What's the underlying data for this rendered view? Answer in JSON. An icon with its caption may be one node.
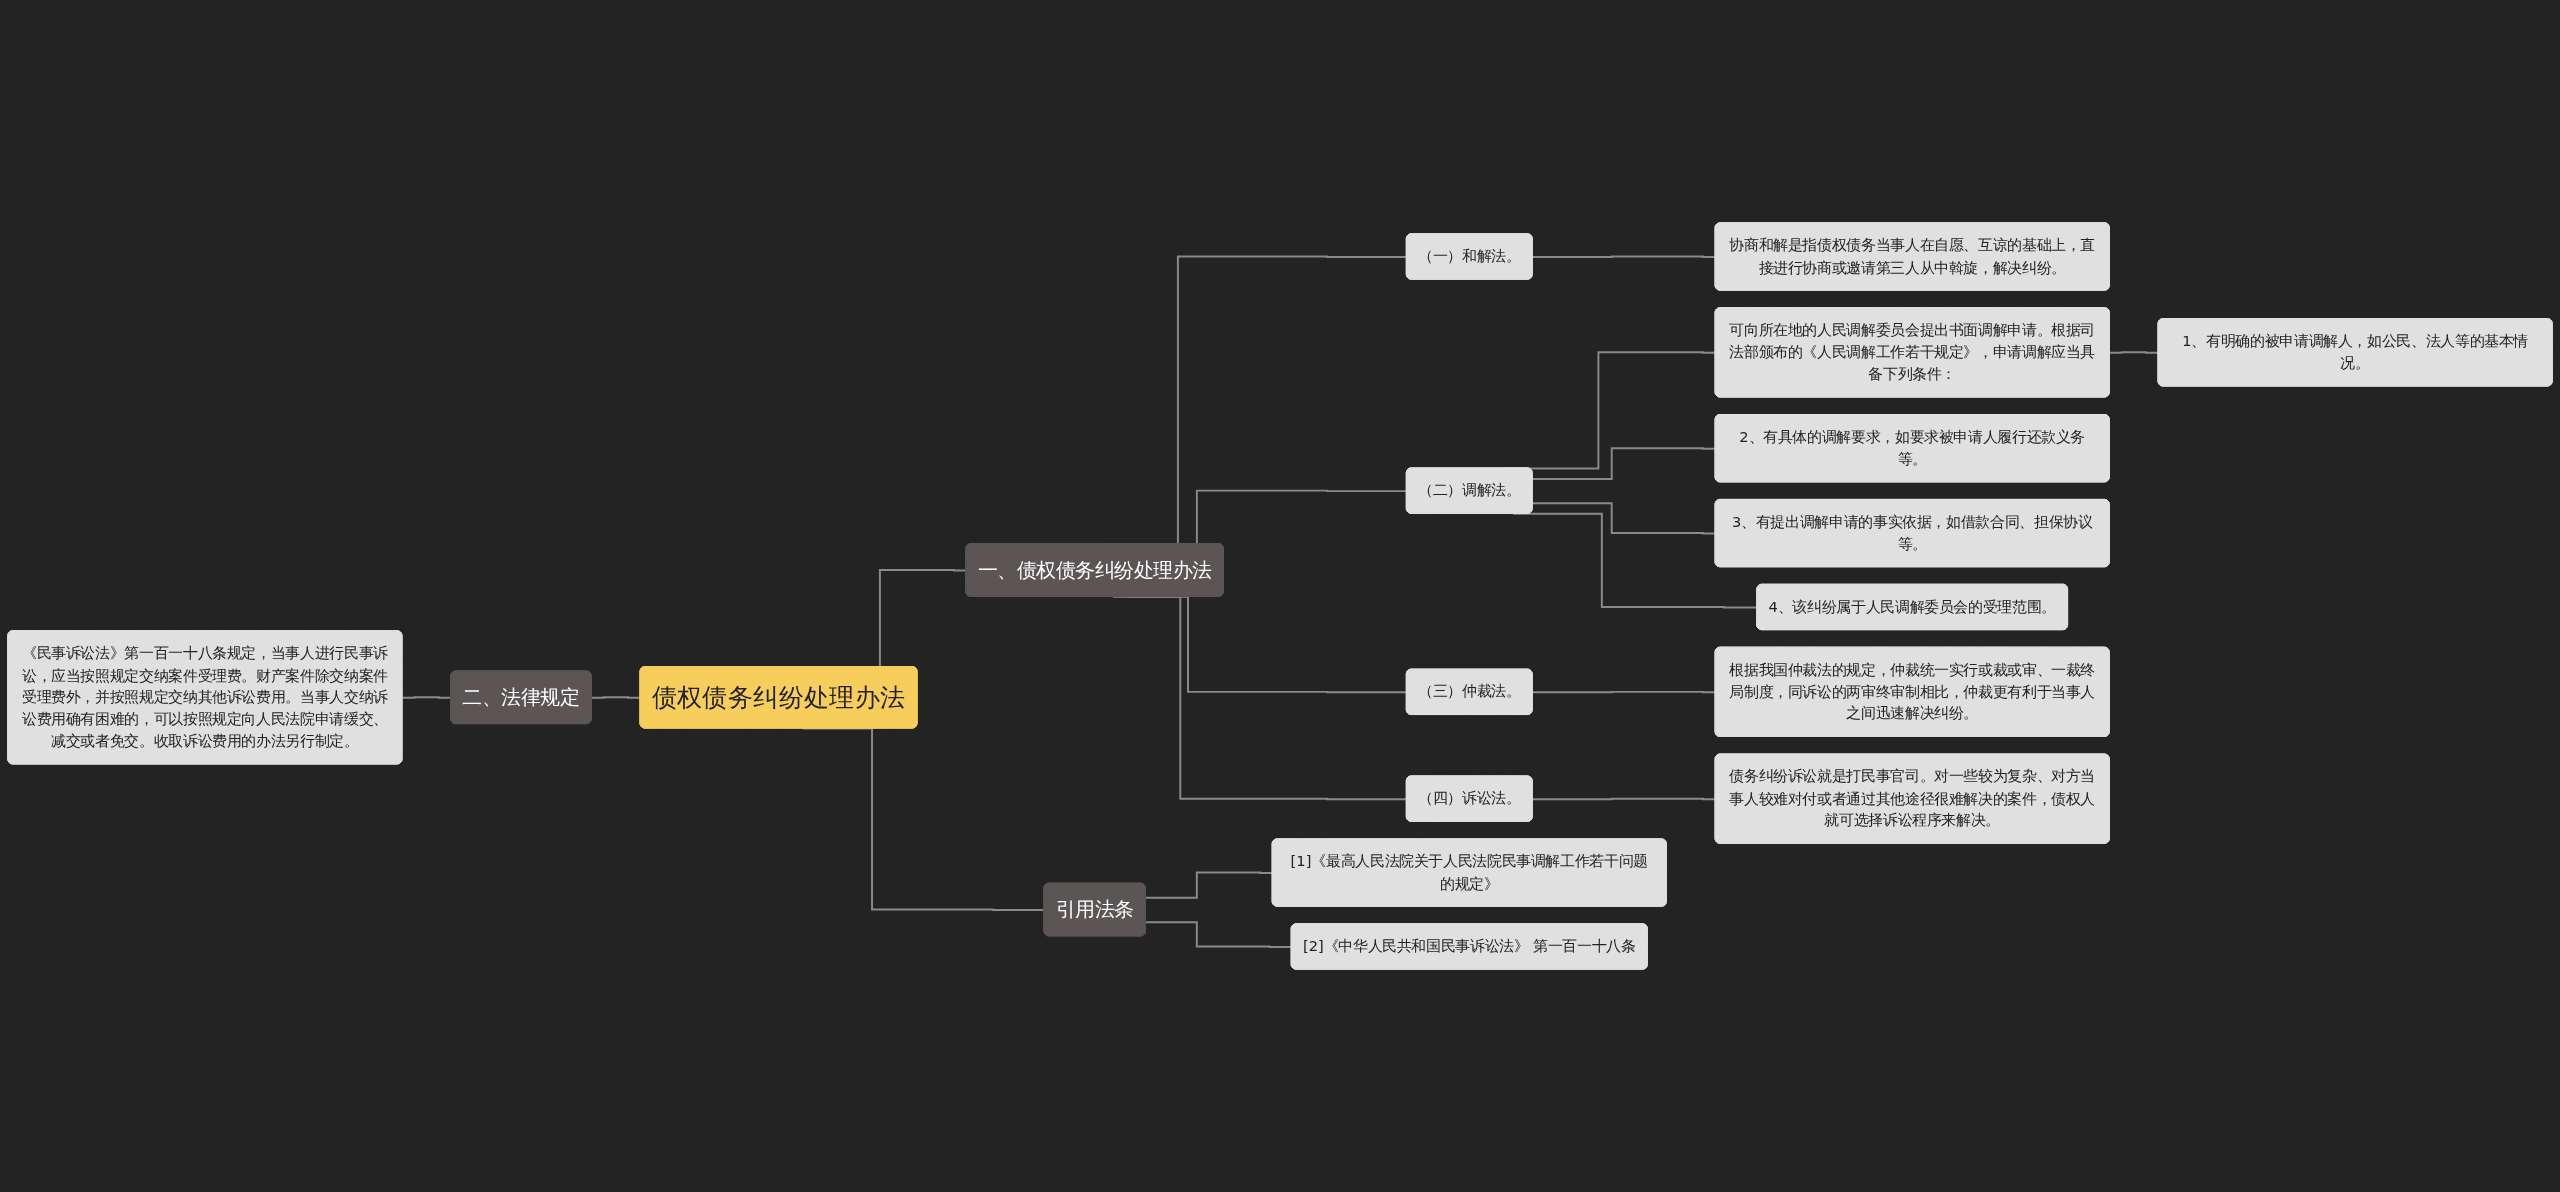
{
  "diagram": {
    "nodes": [
      {
        "text": [
          "债权债务纠纷处理办法"
        ]
      },
      {
        "text": [
          "一、债权债务纠纷处理办法"
        ]
      },
      {
        "text": [
          "（一）和解法。"
        ]
      },
      {
        "text": [
          "协商和解是指债权债务当事人在自愿、互谅的基础上，直接进行协商或邀请第三人从中斡旋，解决纠纷。"
        ]
      },
      {
        "text": [
          "（二）调解法。"
        ]
      },
      {
        "text": [
          "可向所在地的人民调解委员会提出书面调解申请。根据司法部颁布的《人民调解工作若干规定》，申请调解应当具备下列条件："
        ]
      },
      {
        "text": [
          "1、有明确的被申请调解人，如公民、法人等的基本情况。"
        ]
      },
      {
        "text": [
          "2、有具体的调解要求，如要求被申请人履行还款义务等。"
        ]
      },
      {
        "text": [
          "3、有提出调解申请的事实依据，如借款合同、担保协议等。"
        ]
      },
      {
        "text": [
          "4、该纠纷属于人民调解委员会的受理范围。"
        ]
      },
      {
        "text": [
          "（三）仲裁法。"
        ]
      },
      {
        "text": [
          "根据我国仲裁法的规定，仲裁统一实行或裁或审、一裁终局制度，同诉讼的两审终审制相比，仲裁更有利于当事人之间迅速解决纠纷。"
        ]
      },
      {
        "text": [
          "（四）诉讼法。"
        ]
      },
      {
        "text": [
          "债务纠纷诉讼就是打民事官司。对一些较为复杂、对方当事人较难对付或者通过其他途径很难解决的案件，债权人就可选择诉讼程序来解决。"
        ]
      },
      {
        "text": [
          "引用法条"
        ]
      },
      {
        "text": [
          "[1]《最高人民法院关于人民法院民事调解工作若干问题的规定》"
        ]
      },
      {
        "text": [
          "[2]《中华人民共和国民事诉讼法》 第一百一十八条"
        ]
      },
      {
        "text": [
          "二、法律规定"
        ]
      },
      {
        "text": [
          "《民事诉讼法》第一百一十八条规定，当事人进行民事诉讼，应当按照规定交纳案件受理费。财产案件除交纳案件受理费外，并按照规定交纳其他诉讼费用。当事人交纳诉讼费用确有困难的，可以按照规定向人民法院申请缓交、减交或者免交。收取诉讼费用的办法另行制定。"
        ]
      }
    ],
    "edges": [
      {
        "from": 0,
        "to": 1,
        "arrow": "none"
      },
      {
        "from": 1,
        "to": 2,
        "arrow": "none"
      },
      {
        "from": 2,
        "to": 3,
        "arrow": "none"
      },
      {
        "from": 1,
        "to": 4,
        "arrow": "none"
      },
      {
        "from": 4,
        "to": 5,
        "arrow": "none"
      },
      {
        "from": 5,
        "to": 6,
        "arrow": "none"
      },
      {
        "from": 4,
        "to": 7,
        "arrow": "none"
      },
      {
        "from": 4,
        "to": 8,
        "arrow": "none"
      },
      {
        "from": 4,
        "to": 9,
        "arrow": "none"
      },
      {
        "from": 1,
        "to": 10,
        "arrow": "none"
      },
      {
        "from": 10,
        "to": 11,
        "arrow": "none"
      },
      {
        "from": 1,
        "to": 12,
        "arrow": "none"
      },
      {
        "from": 12,
        "to": 13,
        "arrow": "none"
      },
      {
        "from": 0,
        "to": 14,
        "arrow": "none"
      },
      {
        "from": 14,
        "to": 15,
        "arrow": "none"
      },
      {
        "from": 14,
        "to": 16,
        "arrow": "none"
      },
      {
        "from": 18,
        "to": 17,
        "arrow": "none"
      },
      {
        "from": 17,
        "to": 0,
        "arrow": "none"
      }
    ]
  }
}
